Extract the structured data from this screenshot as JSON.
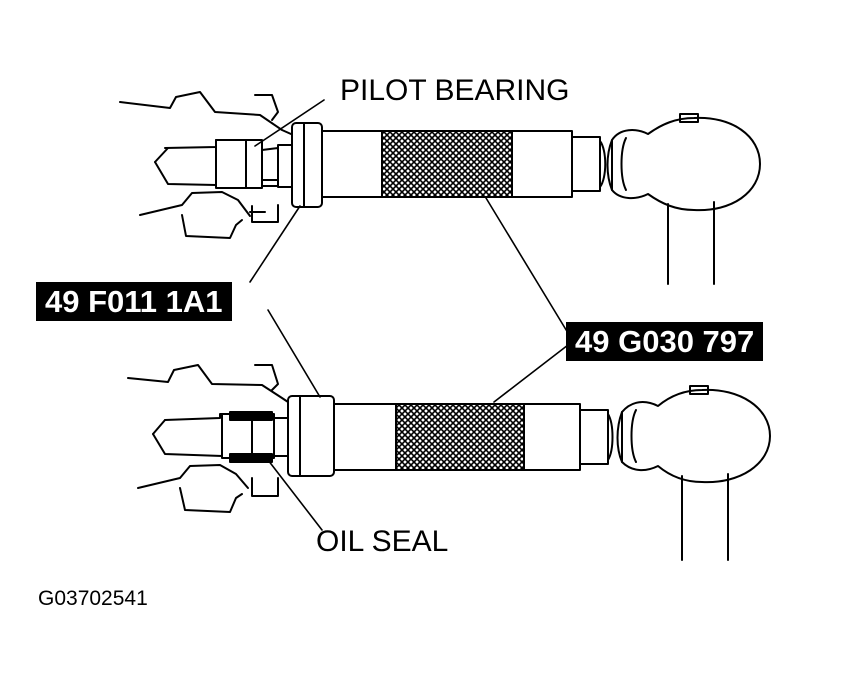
{
  "labels": {
    "pilot_bearing": "PILOT BEARING",
    "oil_seal": "OIL SEAL",
    "installer_tool": "49 F011 1A1",
    "handle_tool": "49 G030 797"
  },
  "figure_code": "G03702541",
  "colors": {
    "ink": "#000000",
    "paper": "#ffffff"
  }
}
